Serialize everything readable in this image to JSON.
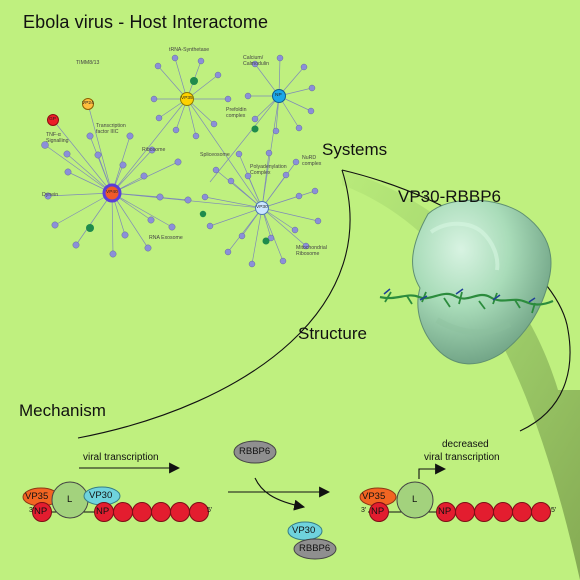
{
  "title": "Ebola virus - Host Interactome",
  "sections": {
    "systems": "Systems",
    "complex": "VP30-RBBP6",
    "structure": "Structure",
    "mechanism": "Mechanism"
  },
  "network": {
    "hubs": {
      "vp40": "VP40",
      "vp35": "VP35",
      "np": "NP",
      "vp30": "VP30",
      "vp24": "VP24",
      "gp": "GP"
    },
    "modules": {
      "trna": "tRNA-Synthetase",
      "calcium": "Calcium/\nCalmodulin",
      "timm": "TIMM8/13",
      "tnf": "TNF-α\nSignalling",
      "tf": "Transcription\nfactor IIIC",
      "ribosome": "Ribosome",
      "spliceosome": "Spliceosome",
      "prefoldin": "Prefoldin\ncomplex",
      "polyadenylation": "Polyadenylation\nComplex",
      "nurd": "NuRD\ncomplex",
      "dynein": "Dynein",
      "rnaexosome": "RNA Exosome",
      "mito": "Mitochondrial\nRibosome"
    }
  },
  "mechanism": {
    "left": {
      "arrow_label": "viral transcription",
      "vp35": "VP35",
      "np": "NP",
      "l": "L",
      "vp30": "VP30",
      "np2": "NP",
      "three_prime": "3'",
      "five_prime": "5'"
    },
    "middle": {
      "rbbp6": "RBBP6",
      "vp30": "VP30",
      "rbbp6_bottom": "RBBP6"
    },
    "right": {
      "arrow_label_line1": "decreased",
      "arrow_label_line2": "viral transcription",
      "vp35": "VP35",
      "np": "NP",
      "l": "L",
      "np2": "NP",
      "three_prime": "3'",
      "five_prime": "5'"
    }
  },
  "colors": {
    "background": "#bff07f",
    "network_edge": "#6f72c6",
    "gray_band": "#8eaf62",
    "protein_surface": "#a8ddb7",
    "vp35": "#f26522",
    "np": "#e31d2f",
    "l": "#a3d27d",
    "vp30": "#6fd3dd",
    "rbbp6": "#8f8f8f"
  }
}
